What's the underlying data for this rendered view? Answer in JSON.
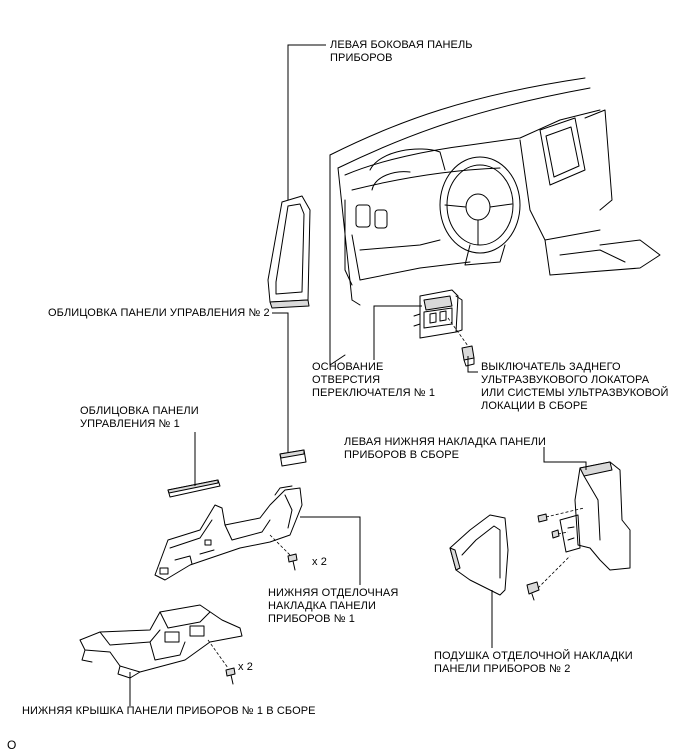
{
  "labels": {
    "left_side_panel": [
      "ЛЕВАЯ БОКОВАЯ ПАНЕЛЬ",
      "ПРИБОРОВ"
    ],
    "panel_trim_2": [
      "ОБЛИЦОВКА ПАНЕЛИ УПРАВЛЕНИЯ № 2"
    ],
    "switch_hole_base": [
      "ОСНОВАНИЕ",
      "ОТВЕРСТИЯ",
      "ПЕРЕКЛЮЧАТЕЛЯ № 1"
    ],
    "sonar_switch": [
      "ВЫКЛЮЧАТЕЛЬ ЗАДНЕГО",
      "УЛЬТРАЗВУКОВОГО ЛОКАТОРА",
      "ИЛИ СИСТЕМЫ УЛЬТРАЗВУКОВОЙ",
      "ЛОКАЦИИ В СБОРЕ"
    ],
    "panel_trim_1": [
      "ОБЛИЦОВКА ПАНЕЛИ",
      "УПРАВЛЕНИЯ № 1"
    ],
    "lower_left_cover": [
      "ЛЕВАЯ НИЖНЯЯ НАКЛАДКА ПАНЕЛИ",
      "ПРИБОРОВ В СБОРЕ"
    ],
    "lower_finish_panel_1": [
      "НИЖНЯЯ ОТДЕЛОЧНАЯ",
      "НАКЛАДКА ПАНЕЛИ",
      "ПРИБОРОВ № 1"
    ],
    "cushion_pad_2": [
      "ПОДУШКА ОТДЕЛОЧНОЙ НАКЛАДКИ",
      "ПАНЕЛИ ПРИБОРОВ № 2"
    ],
    "lower_cover_1": [
      "НИЖНЯЯ КРЫШКА ПАНЕЛИ ПРИБОРОВ № 1 В СБОРЕ"
    ]
  },
  "quantities": {
    "screws_finish_panel": "x 2",
    "screws_lower_cover": "x 2"
  },
  "corner_code": "O"
}
